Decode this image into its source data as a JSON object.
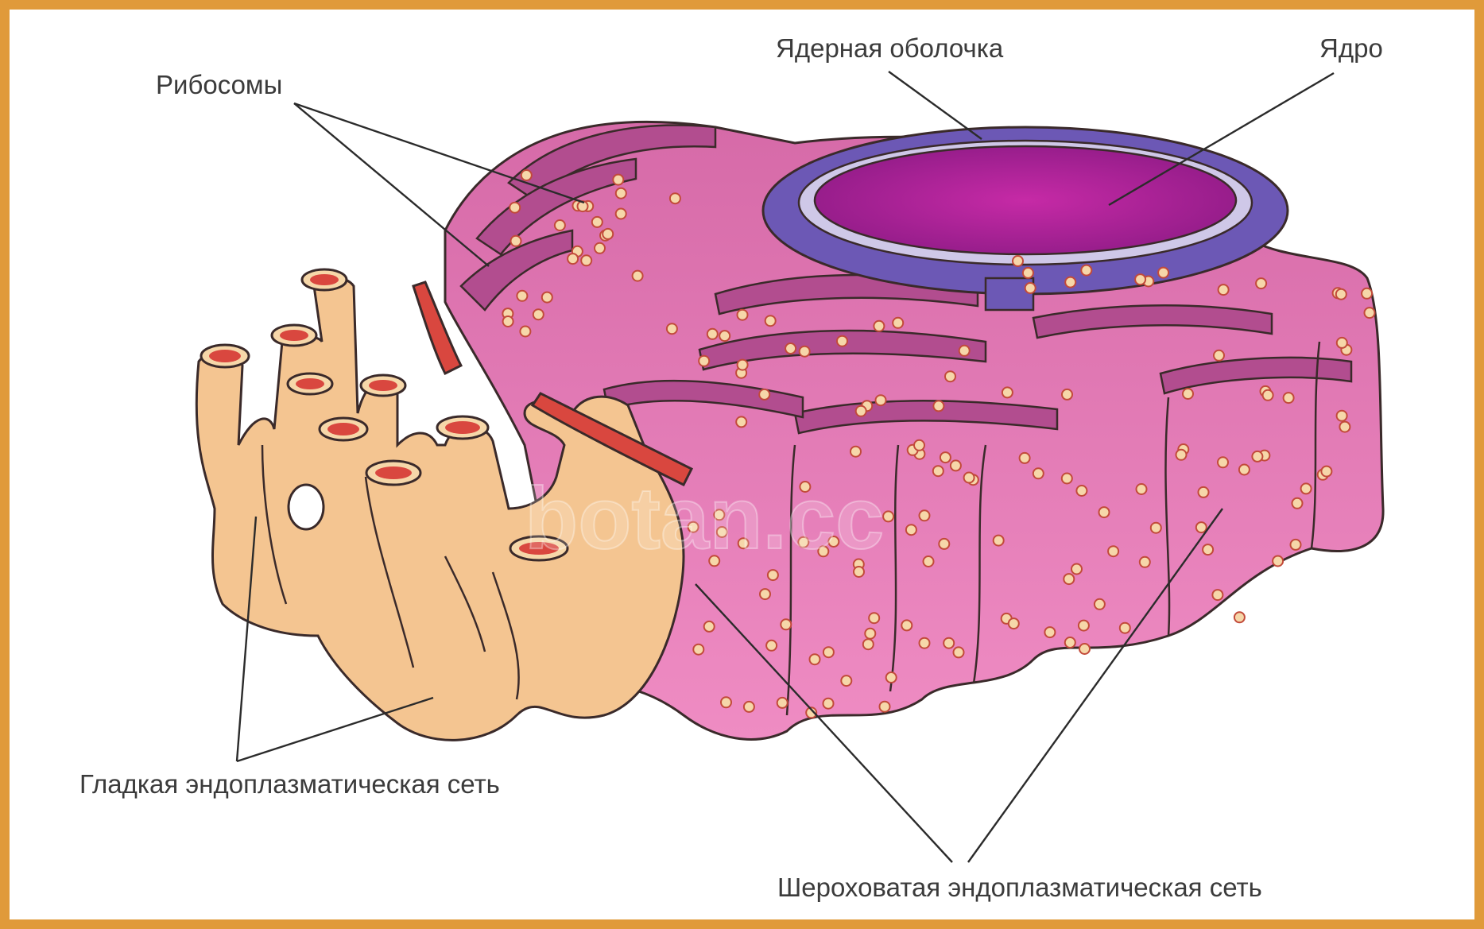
{
  "labels": {
    "nuclear_envelope": "Ядерная оболочка",
    "nucleus": "Ядро",
    "ribosomes": "Рибосомы",
    "smooth_er": "Гладкая эндоплазматическая сеть",
    "rough_er": "Шероховатая эндоплазматическая сеть"
  },
  "watermark": "botan.cc",
  "colors": {
    "frame_border": "#e09a3a",
    "rough_er_fill": "#e67fb6",
    "rough_er_dark": "#b24d8f",
    "smooth_er_fill": "#f4c591",
    "smooth_er_lumen": "#d9473f",
    "nucleus_fill": "#b0209a",
    "nuclear_envelope_fill": "#6c58b5",
    "ribosome_fill": "#f6d7a9",
    "ribosome_stroke": "#c24a3a"
  }
}
